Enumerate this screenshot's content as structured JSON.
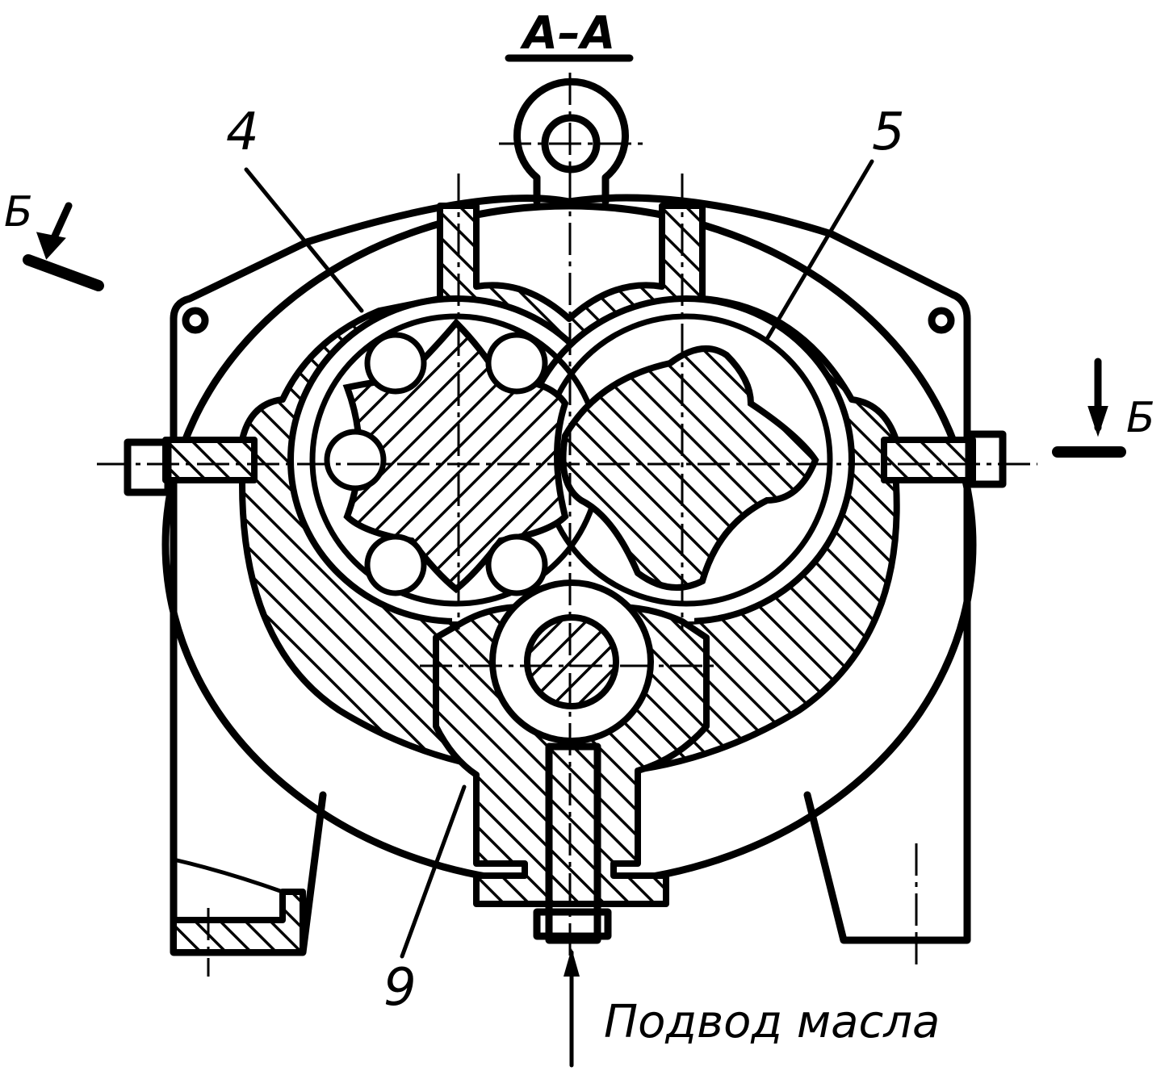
{
  "section_title": "А–А",
  "labels": {
    "part_4": "4",
    "part_5": "5",
    "part_9": "9",
    "section_b_left": "Б",
    "section_b_right": "Б"
  },
  "oil_supply": "Подвод масла"
}
